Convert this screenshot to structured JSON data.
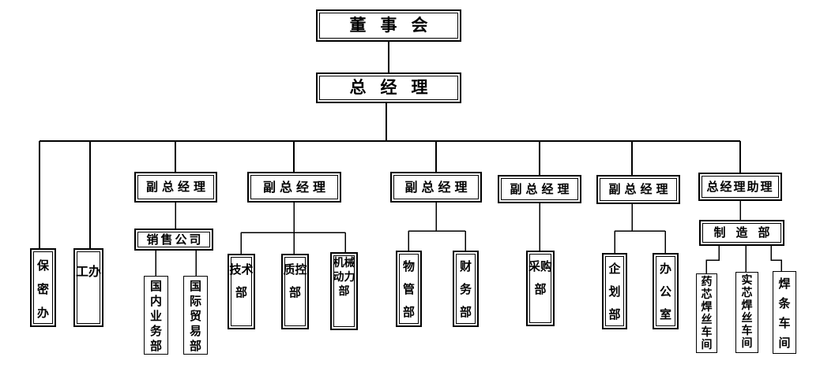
{
  "diagram": {
    "type": "org-chart",
    "colors": {
      "background": "#ffffff",
      "line": "#000000",
      "text": "#000000",
      "box_fill": "#ffffff"
    }
  },
  "nodes": {
    "board": {
      "label": "董事会"
    },
    "general_manager": {
      "label": "总经理"
    },
    "secrecy_office": {
      "label": "保密办"
    },
    "labor_office": {
      "label": "工办"
    },
    "deputy_gm_1": {
      "label": "副总经理"
    },
    "sales_company": {
      "label": "销售公司"
    },
    "domestic_business_dept": {
      "label": "国内业务部"
    },
    "intl_trade_dept": {
      "label": "国际贸易部"
    },
    "deputy_gm_2": {
      "label": "副总经理"
    },
    "technology_dept": {
      "label": "技术部"
    },
    "quality_control_dept": {
      "label": "质控部"
    },
    "machinery_power_dept": {
      "label": "机械动力部"
    },
    "deputy_gm_3": {
      "label": "副总经理"
    },
    "material_mgmt_dept": {
      "label": "物管部"
    },
    "finance_dept": {
      "label": "财务部"
    },
    "deputy_gm_4": {
      "label": "副总经理"
    },
    "purchasing_dept": {
      "label": "采购部"
    },
    "deputy_gm_5": {
      "label": "副总经理"
    },
    "planning_dept": {
      "label": "企划部"
    },
    "office": {
      "label": "办公室"
    },
    "gm_assistant": {
      "label": "总经理助理"
    },
    "manufacturing_dept": {
      "label": "制造部"
    },
    "flux_cored_wire_workshop": {
      "label": "药芯焊丝车间"
    },
    "solid_wire_workshop": {
      "label": "实芯焊丝车间"
    },
    "electrode_workshop": {
      "label": "焊条车间"
    }
  },
  "edges": [
    [
      "board",
      "general_manager"
    ],
    [
      "general_manager",
      "secrecy_office"
    ],
    [
      "general_manager",
      "labor_office"
    ],
    [
      "general_manager",
      "deputy_gm_1"
    ],
    [
      "general_manager",
      "deputy_gm_2"
    ],
    [
      "general_manager",
      "deputy_gm_3"
    ],
    [
      "general_manager",
      "deputy_gm_4"
    ],
    [
      "general_manager",
      "deputy_gm_5"
    ],
    [
      "general_manager",
      "gm_assistant"
    ],
    [
      "deputy_gm_1",
      "sales_company"
    ],
    [
      "sales_company",
      "domestic_business_dept"
    ],
    [
      "sales_company",
      "intl_trade_dept"
    ],
    [
      "deputy_gm_2",
      "technology_dept"
    ],
    [
      "deputy_gm_2",
      "quality_control_dept"
    ],
    [
      "deputy_gm_2",
      "machinery_power_dept"
    ],
    [
      "deputy_gm_3",
      "material_mgmt_dept"
    ],
    [
      "deputy_gm_3",
      "finance_dept"
    ],
    [
      "deputy_gm_4",
      "purchasing_dept"
    ],
    [
      "deputy_gm_5",
      "planning_dept"
    ],
    [
      "deputy_gm_5",
      "office"
    ],
    [
      "gm_assistant",
      "manufacturing_dept"
    ],
    [
      "manufacturing_dept",
      "flux_cored_wire_workshop"
    ],
    [
      "manufacturing_dept",
      "solid_wire_workshop"
    ],
    [
      "manufacturing_dept",
      "electrode_workshop"
    ]
  ]
}
